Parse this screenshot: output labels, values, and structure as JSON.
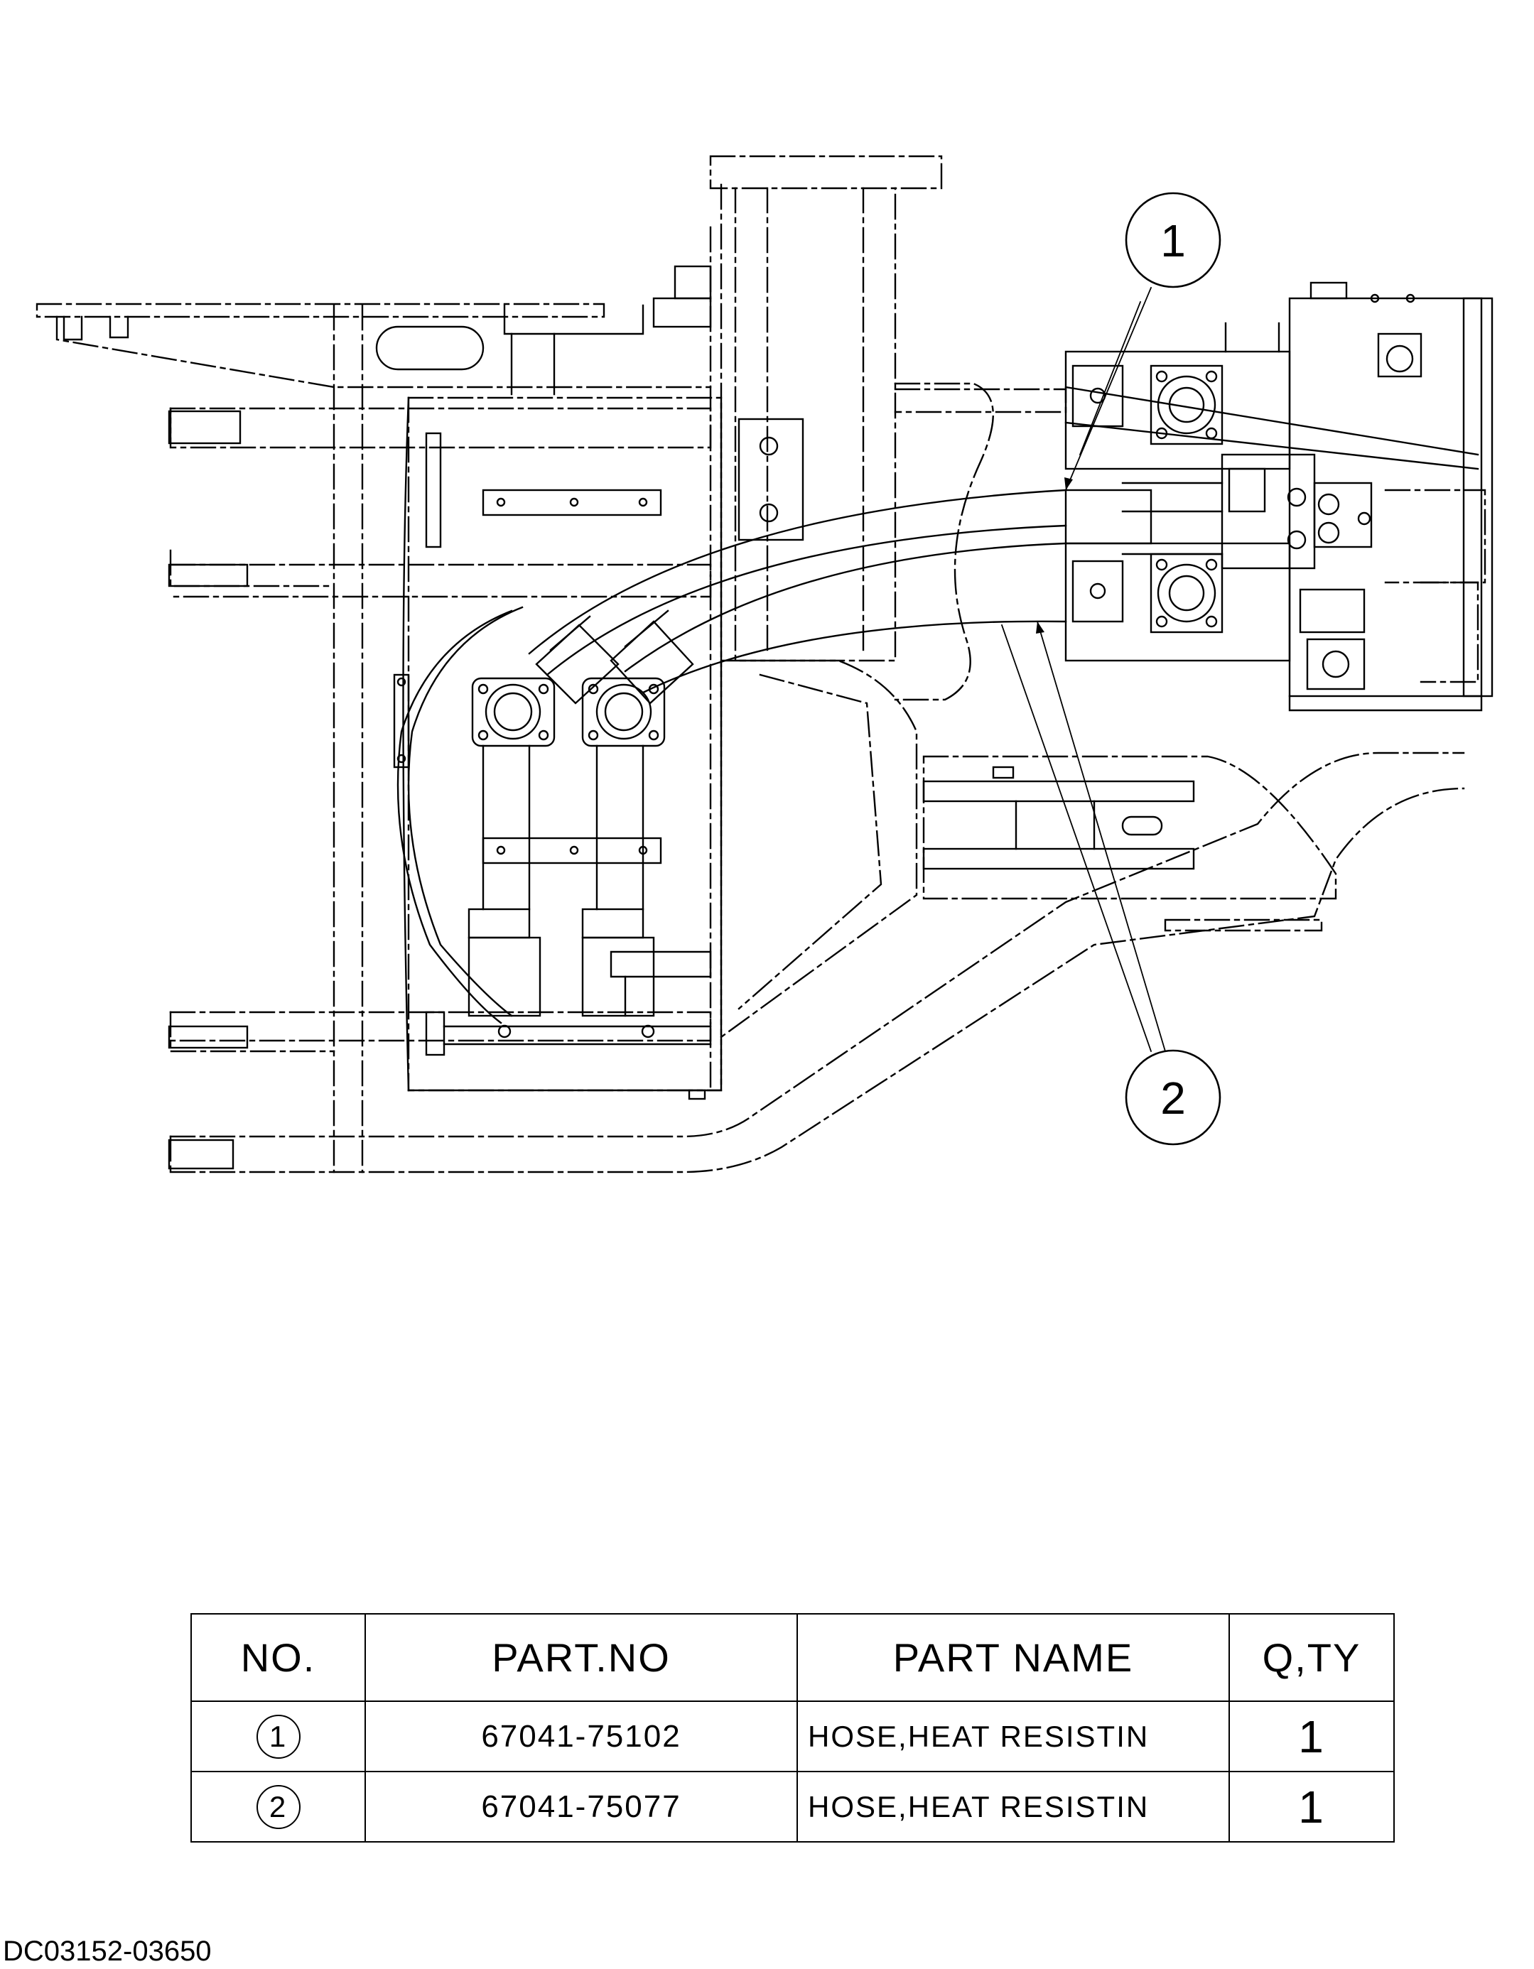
{
  "diagram": {
    "callouts": [
      {
        "id": "1",
        "label": "1"
      },
      {
        "id": "2",
        "label": "2"
      }
    ]
  },
  "table": {
    "headers": {
      "no": "NO.",
      "part_no": "PART.NO",
      "part_name": "PART NAME",
      "qty": "Q,TY"
    },
    "rows": [
      {
        "no": "1",
        "part_no": "67041-75102",
        "part_name": "HOSE,HEAT RESISTIN",
        "qty": "1"
      },
      {
        "no": "2",
        "part_no": "67041-75077",
        "part_name": "HOSE,HEAT RESISTIN",
        "qty": "1"
      }
    ]
  },
  "footer": {
    "doc_code": "DC03152-03650"
  }
}
